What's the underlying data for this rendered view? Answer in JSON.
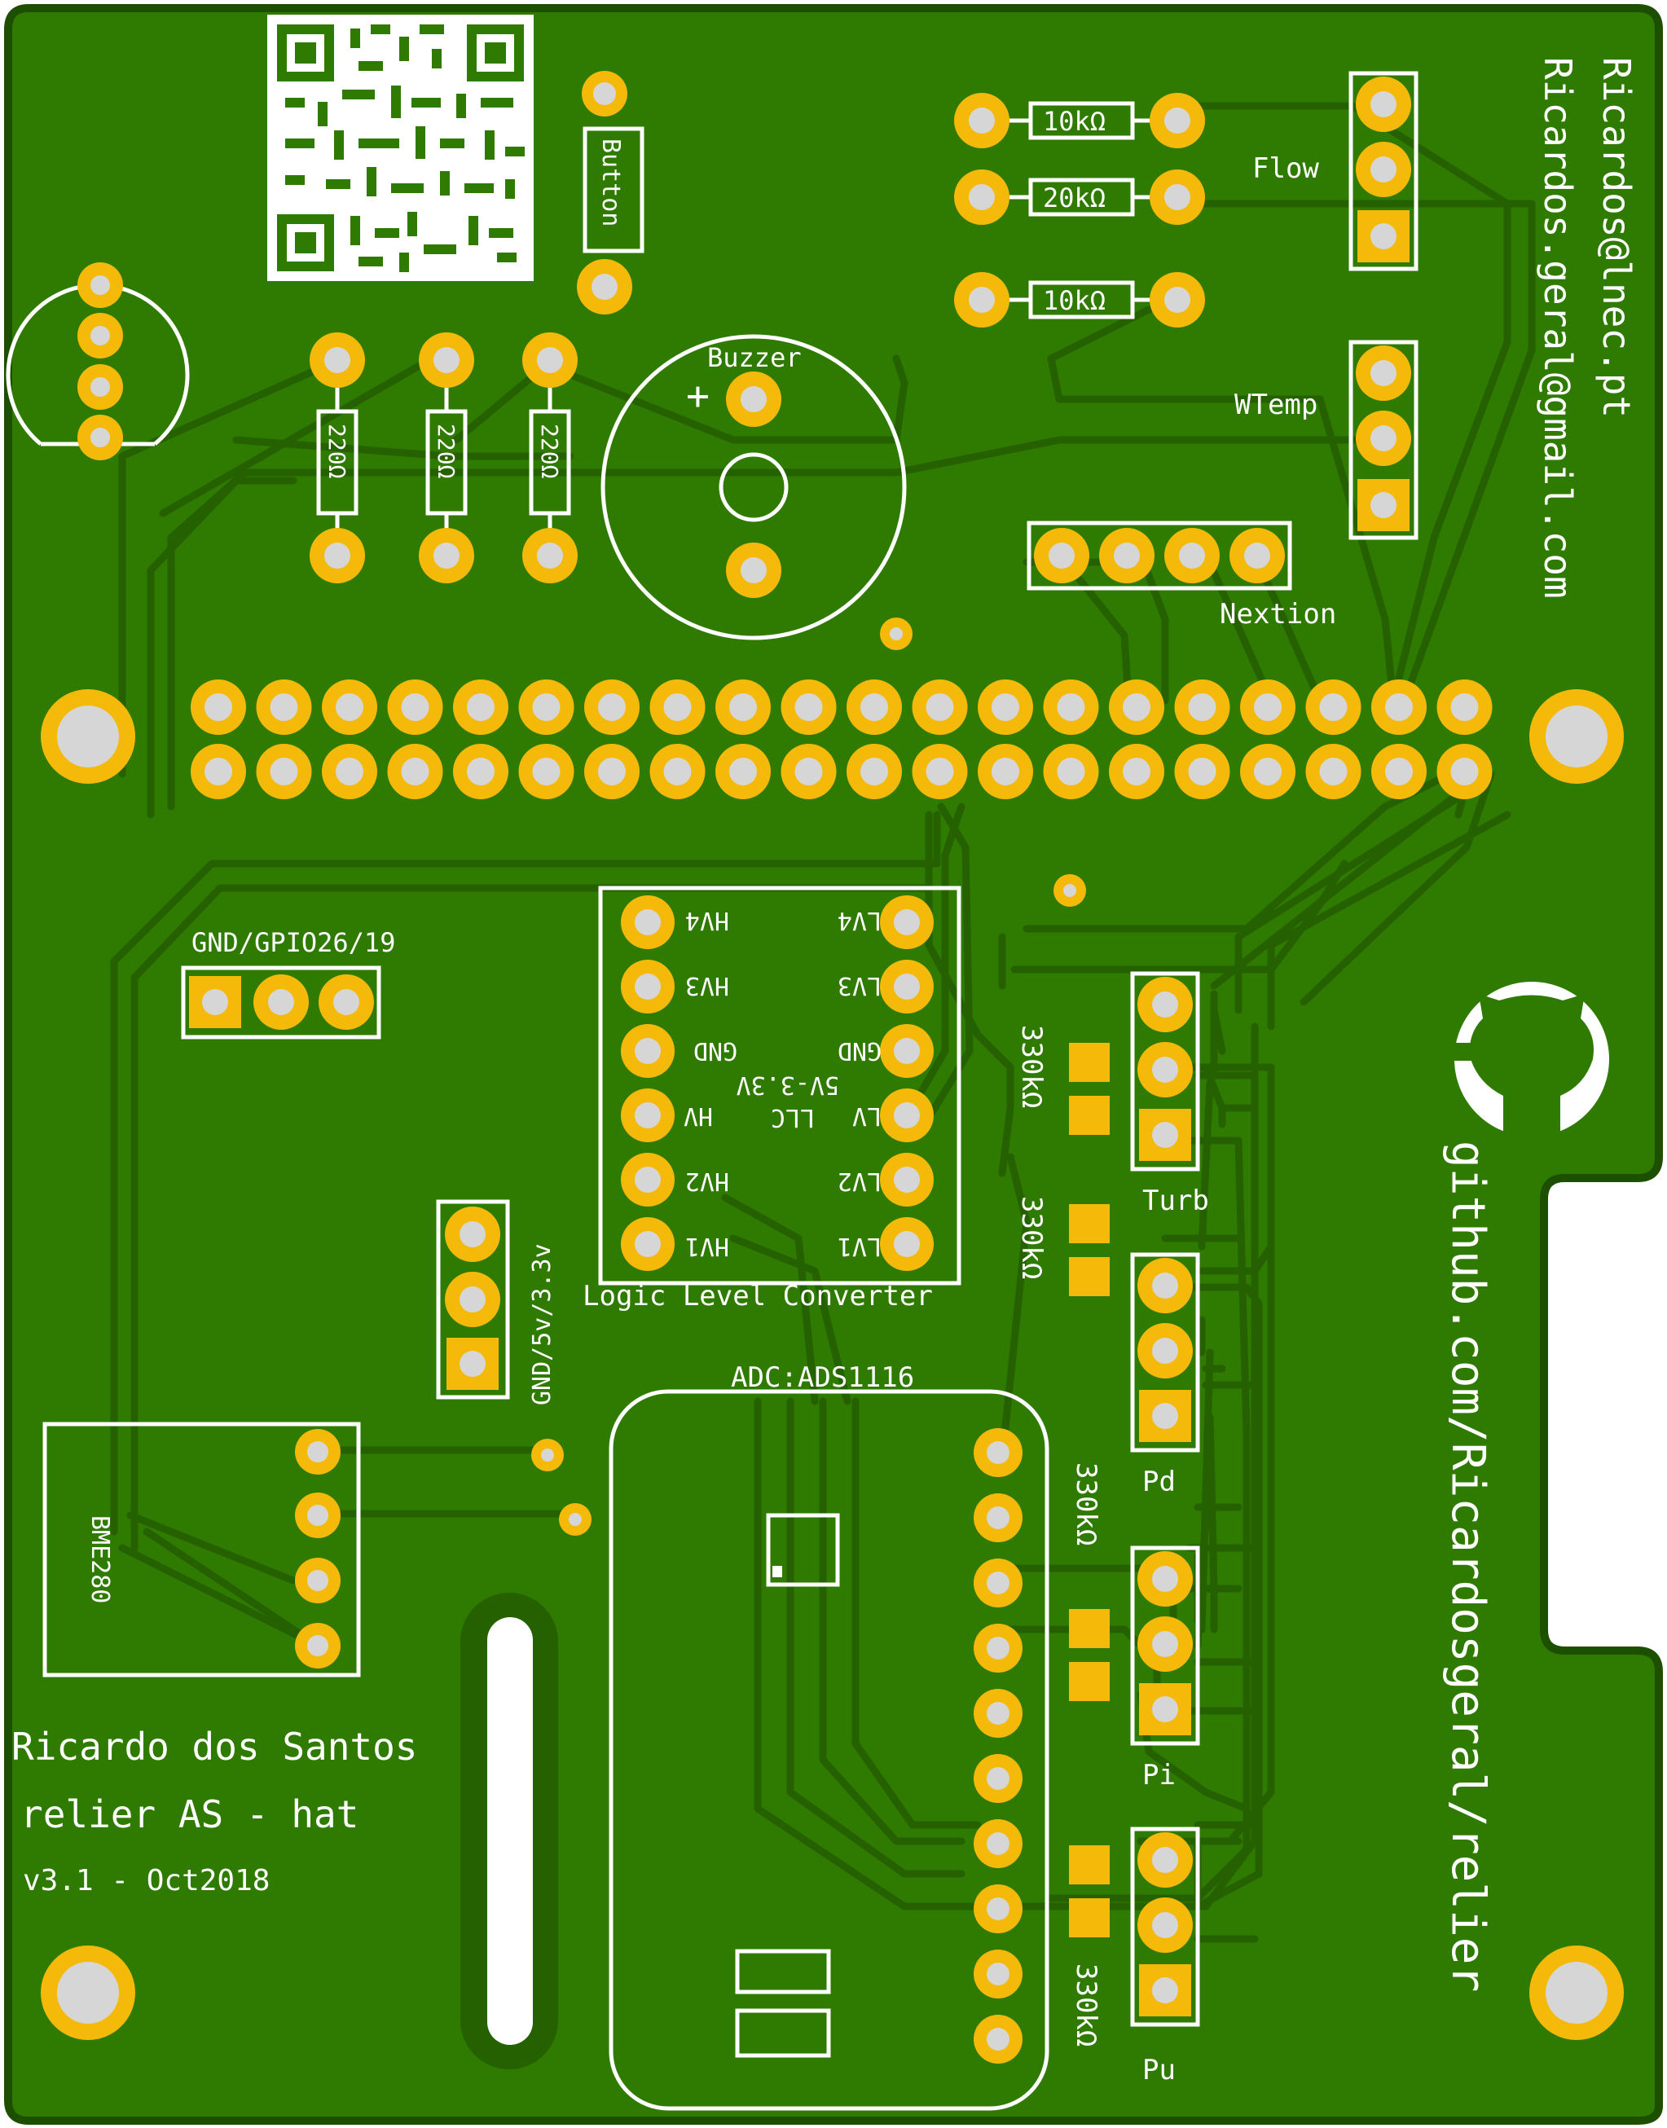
{
  "board": {
    "colors": {
      "substrate": "#2f7a00",
      "trace": "#256100",
      "pad": "#f5b90a",
      "drill": "#d6d6d6",
      "silkscreen": "#ffffff",
      "outline": "#1d4f00"
    }
  },
  "labels": {
    "qr_code": "",
    "button": "Button",
    "buzzer": "Buzzer",
    "buzzer_plus": "+",
    "r_220_1": "220Ω",
    "r_220_2": "220Ω",
    "r_220_3": "220Ω",
    "r_flow_1": "10kΩ",
    "r_flow_2": "20kΩ",
    "r_wtemp": "10kΩ",
    "flow": "Flow",
    "wtemp": "WTemp",
    "nextion": "Nextion",
    "gpio": "GND/GPIO26/19",
    "power": "GND/5v/3.3v",
    "llc_title": "Logic Level Converter",
    "llc_lv4": "LV4",
    "llc_lv3": "LV3",
    "llc_gnd_r": "GND",
    "llc_lv": "LV",
    "llc_lv2": "LV2",
    "llc_lv1": "LV1",
    "llc_hv4": "HV4",
    "llc_hv3": "HV3",
    "llc_gnd_l": "GND",
    "llc_hv": "HV",
    "llc_hv2": "HV2",
    "llc_hv1": "HV1",
    "llc_mid1": "5V-3.3V",
    "llc_mid2": "LLC",
    "r_turb": "330kΩ",
    "r_pd": "330kΩ",
    "r_pi": "330kΩ",
    "r_pu": "330kΩ",
    "turb": "Turb",
    "pd": "Pd",
    "pi": "Pi",
    "pu": "Pu",
    "adc": "ADC:ADS1116",
    "bme": "BME280",
    "author": "Ricardo dos Santos",
    "project": "relier AS - hat",
    "version": "v3.1 - Oct2018",
    "email1": "Ricardos@lnec.pt",
    "email2": "Ricardos.geral@gmail.com",
    "github": "github.com/Ricardosgeral/relier"
  }
}
